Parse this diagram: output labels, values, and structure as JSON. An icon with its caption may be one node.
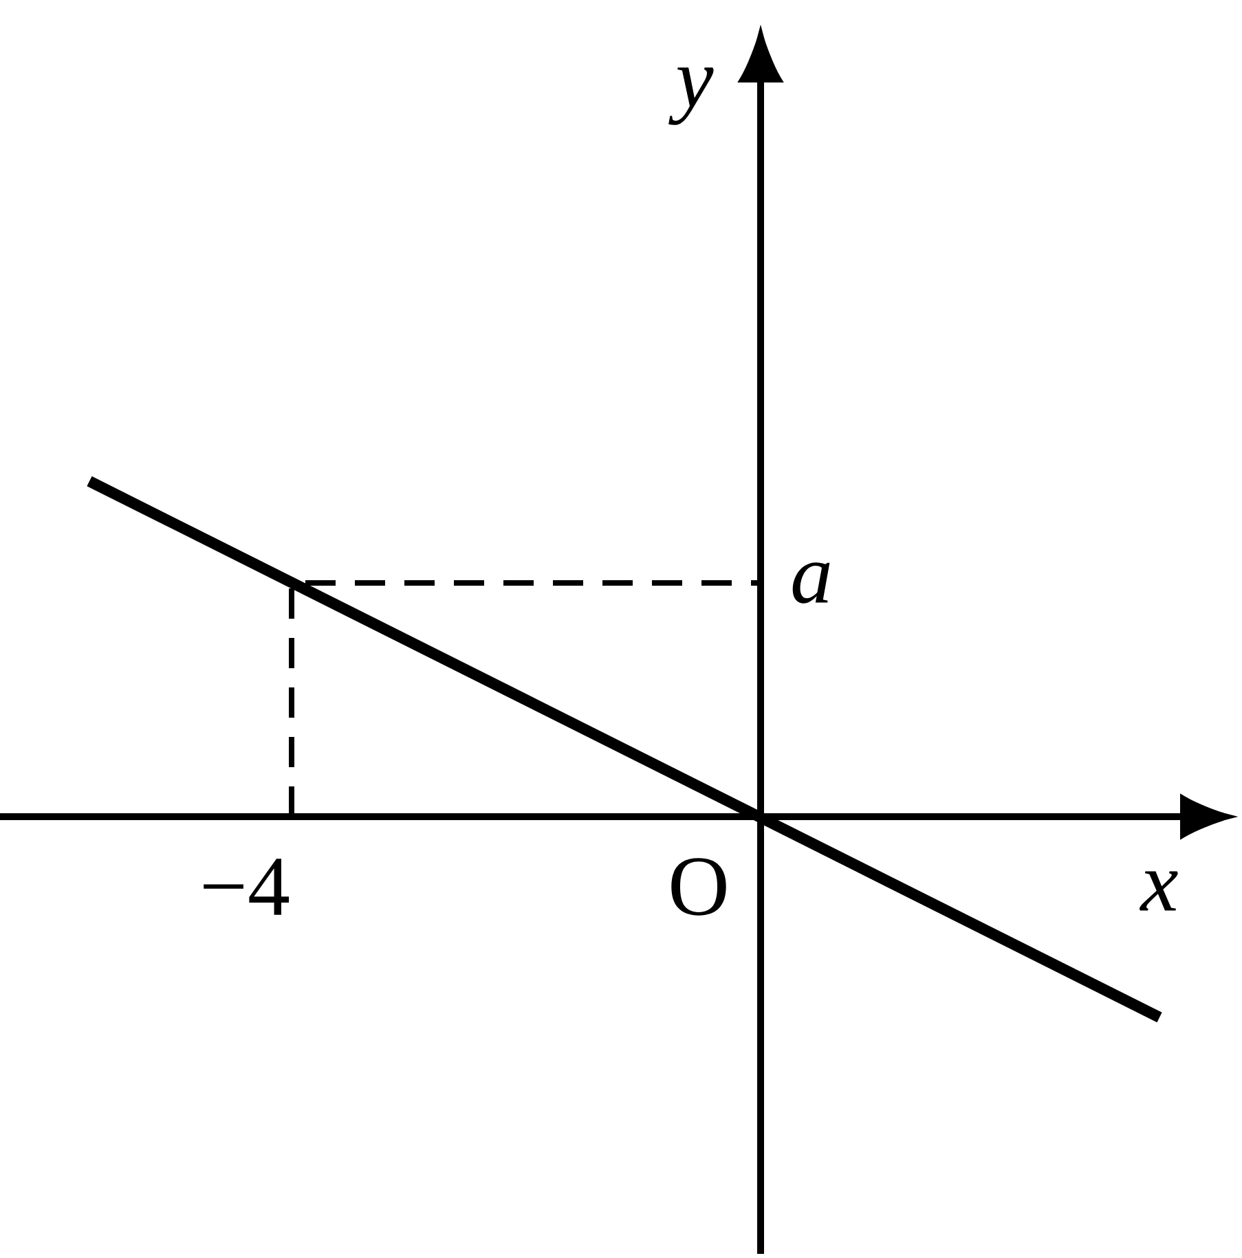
{
  "diagram": {
    "labels": [
      "y",
      "a",
      "−4",
      "O",
      "x"
    ]
  }
}
